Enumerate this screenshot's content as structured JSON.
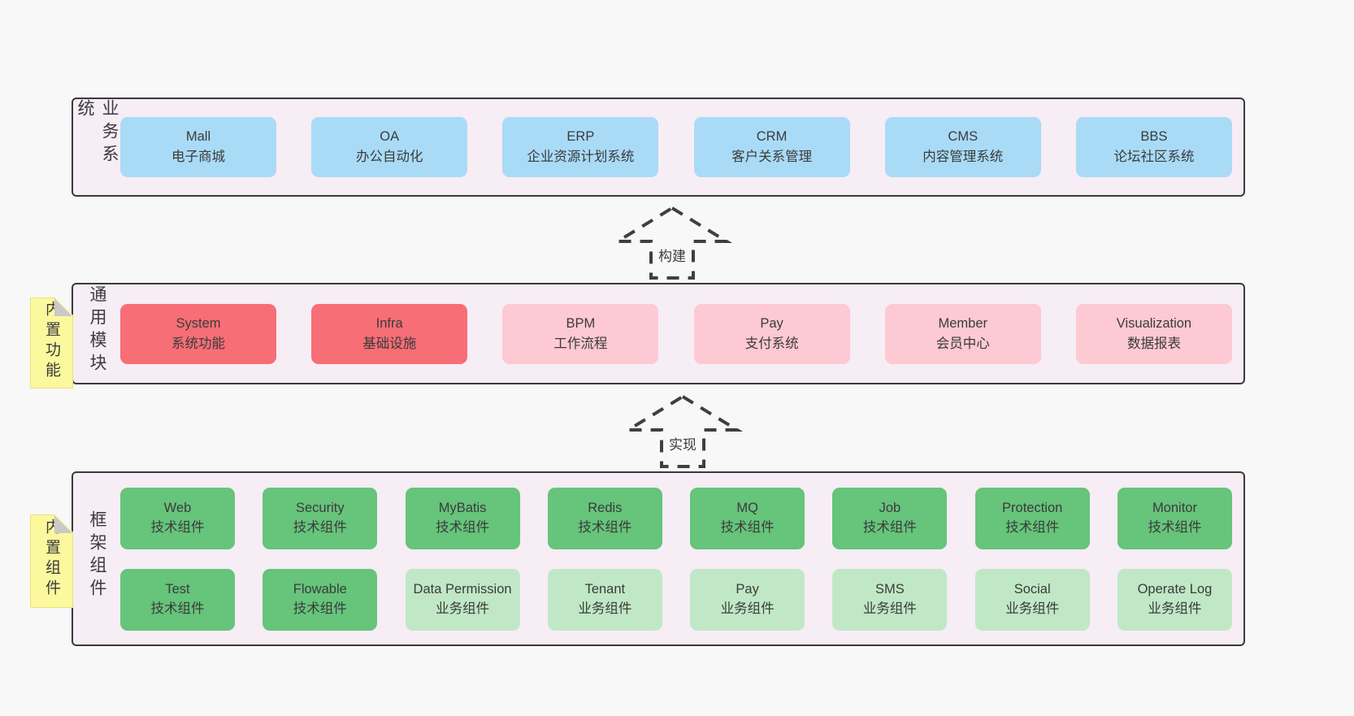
{
  "page": {
    "background": "#f8f8f8"
  },
  "colors": {
    "panel_bg": "#f7edf5",
    "panel_border": "#3a3a3a",
    "text": "#3b3b3b",
    "blue": "#a9dbf7",
    "red": "#f76e76",
    "pink": "#fdc9d3",
    "green": "#66c47b",
    "light_green": "#c0e8c6",
    "sticky_yellow": "#fbf89e",
    "fold_gray": "#c9c9c9"
  },
  "arrows": [
    {
      "label": "构建"
    },
    {
      "label": "实现"
    }
  ],
  "sections": [
    {
      "id": "business",
      "label": "业务系统",
      "sticky": null,
      "rows": [
        [
          {
            "name": "Mall",
            "desc": "电子商城",
            "color": "blue"
          },
          {
            "name": "OA",
            "desc": "办公自动化",
            "color": "blue"
          },
          {
            "name": "ERP",
            "desc": "企业资源计划系统",
            "color": "blue"
          },
          {
            "name": "CRM",
            "desc": "客户关系管理",
            "color": "blue"
          },
          {
            "name": "CMS",
            "desc": "内容管理系统",
            "color": "blue"
          },
          {
            "name": "BBS",
            "desc": "论坛社区系统",
            "color": "blue"
          }
        ]
      ]
    },
    {
      "id": "modules",
      "label": "通用模块",
      "sticky": "内置功能",
      "rows": [
        [
          {
            "name": "System",
            "desc": "系统功能",
            "color": "red"
          },
          {
            "name": "Infra",
            "desc": "基础设施",
            "color": "red"
          },
          {
            "name": "BPM",
            "desc": "工作流程",
            "color": "pink"
          },
          {
            "name": "Pay",
            "desc": "支付系统",
            "color": "pink"
          },
          {
            "name": "Member",
            "desc": "会员中心",
            "color": "pink"
          },
          {
            "name": "Visualization",
            "desc": "数据报表",
            "color": "pink"
          }
        ]
      ]
    },
    {
      "id": "components",
      "label": "框架组件",
      "sticky": "内置组件",
      "rows": [
        [
          {
            "name": "Web",
            "desc": "技术组件",
            "color": "green"
          },
          {
            "name": "Security",
            "desc": "技术组件",
            "color": "green"
          },
          {
            "name": "MyBatis",
            "desc": "技术组件",
            "color": "green"
          },
          {
            "name": "Redis",
            "desc": "技术组件",
            "color": "green"
          },
          {
            "name": "MQ",
            "desc": "技术组件",
            "color": "green"
          },
          {
            "name": "Job",
            "desc": "技术组件",
            "color": "green"
          },
          {
            "name": "Protection",
            "desc": "技术组件",
            "color": "green"
          },
          {
            "name": "Monitor",
            "desc": "技术组件",
            "color": "green"
          }
        ],
        [
          {
            "name": "Test",
            "desc": "技术组件",
            "color": "green"
          },
          {
            "name": "Flowable",
            "desc": "技术组件",
            "color": "green"
          },
          {
            "name": "Data Permission",
            "desc": "业务组件",
            "color": "light_green"
          },
          {
            "name": "Tenant",
            "desc": "业务组件",
            "color": "light_green"
          },
          {
            "name": "Pay",
            "desc": "业务组件",
            "color": "light_green"
          },
          {
            "name": "SMS",
            "desc": "业务组件",
            "color": "light_green"
          },
          {
            "name": "Social",
            "desc": "业务组件",
            "color": "light_green"
          },
          {
            "name": "Operate Log",
            "desc": "业务组件",
            "color": "light_green"
          }
        ]
      ]
    }
  ]
}
